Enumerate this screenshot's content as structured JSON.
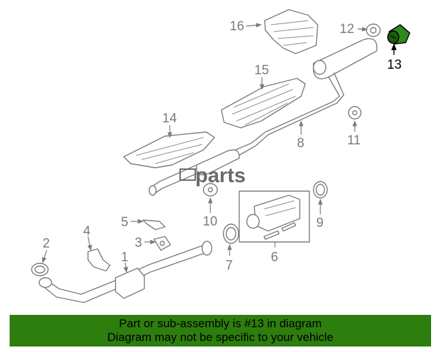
{
  "watermark": "parts",
  "callouts": [
    {
      "id": "1",
      "label": "1"
    },
    {
      "id": "2",
      "label": "2"
    },
    {
      "id": "3",
      "label": "3"
    },
    {
      "id": "4",
      "label": "4"
    },
    {
      "id": "5",
      "label": "5"
    },
    {
      "id": "6",
      "label": "6"
    },
    {
      "id": "7",
      "label": "7"
    },
    {
      "id": "8",
      "label": "8"
    },
    {
      "id": "9",
      "label": "9"
    },
    {
      "id": "10",
      "label": "10"
    },
    {
      "id": "11",
      "label": "11"
    },
    {
      "id": "12",
      "label": "12"
    },
    {
      "id": "13",
      "label": "13"
    },
    {
      "id": "14",
      "label": "14"
    },
    {
      "id": "15",
      "label": "15"
    },
    {
      "id": "16",
      "label": "16"
    }
  ],
  "highlight_part": "13",
  "colors": {
    "highlight": "#2f8a1a",
    "banner": "#2e7d0f",
    "line": "#7a7a7a"
  },
  "banner": {
    "line1": "Part or sub-assembly is #13 in diagram",
    "line2": "Diagram may not be specific to your vehicle"
  }
}
